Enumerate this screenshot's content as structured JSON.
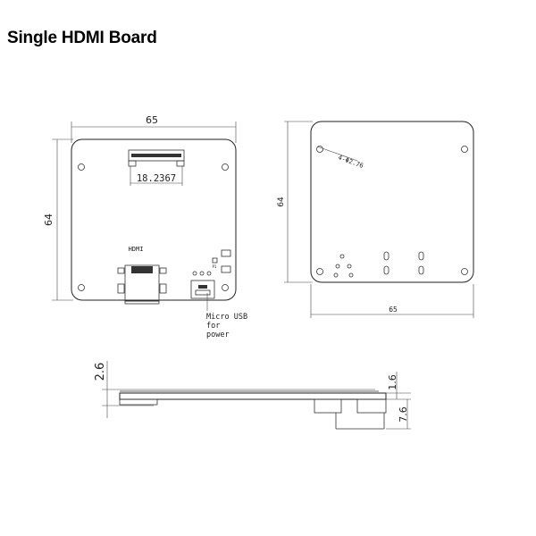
{
  "title": "Single HDMI Board",
  "front_view": {
    "width_dim": "65",
    "height_dim": "64",
    "fpc_dim": "18.2367",
    "hdmi_label": "HDMI",
    "usb_callout": [
      "Micro USB",
      "for",
      "power"
    ],
    "p1_label": "P1"
  },
  "back_view": {
    "width_dim": "65",
    "height_dim": "64",
    "hole_callout": "4-Φ2.76"
  },
  "side_view": {
    "thickness_dim": "2.6",
    "pcb_dim": "1.6",
    "component_dim": "7.6"
  },
  "colors": {
    "line": "#333333",
    "background": "#ffffff"
  }
}
